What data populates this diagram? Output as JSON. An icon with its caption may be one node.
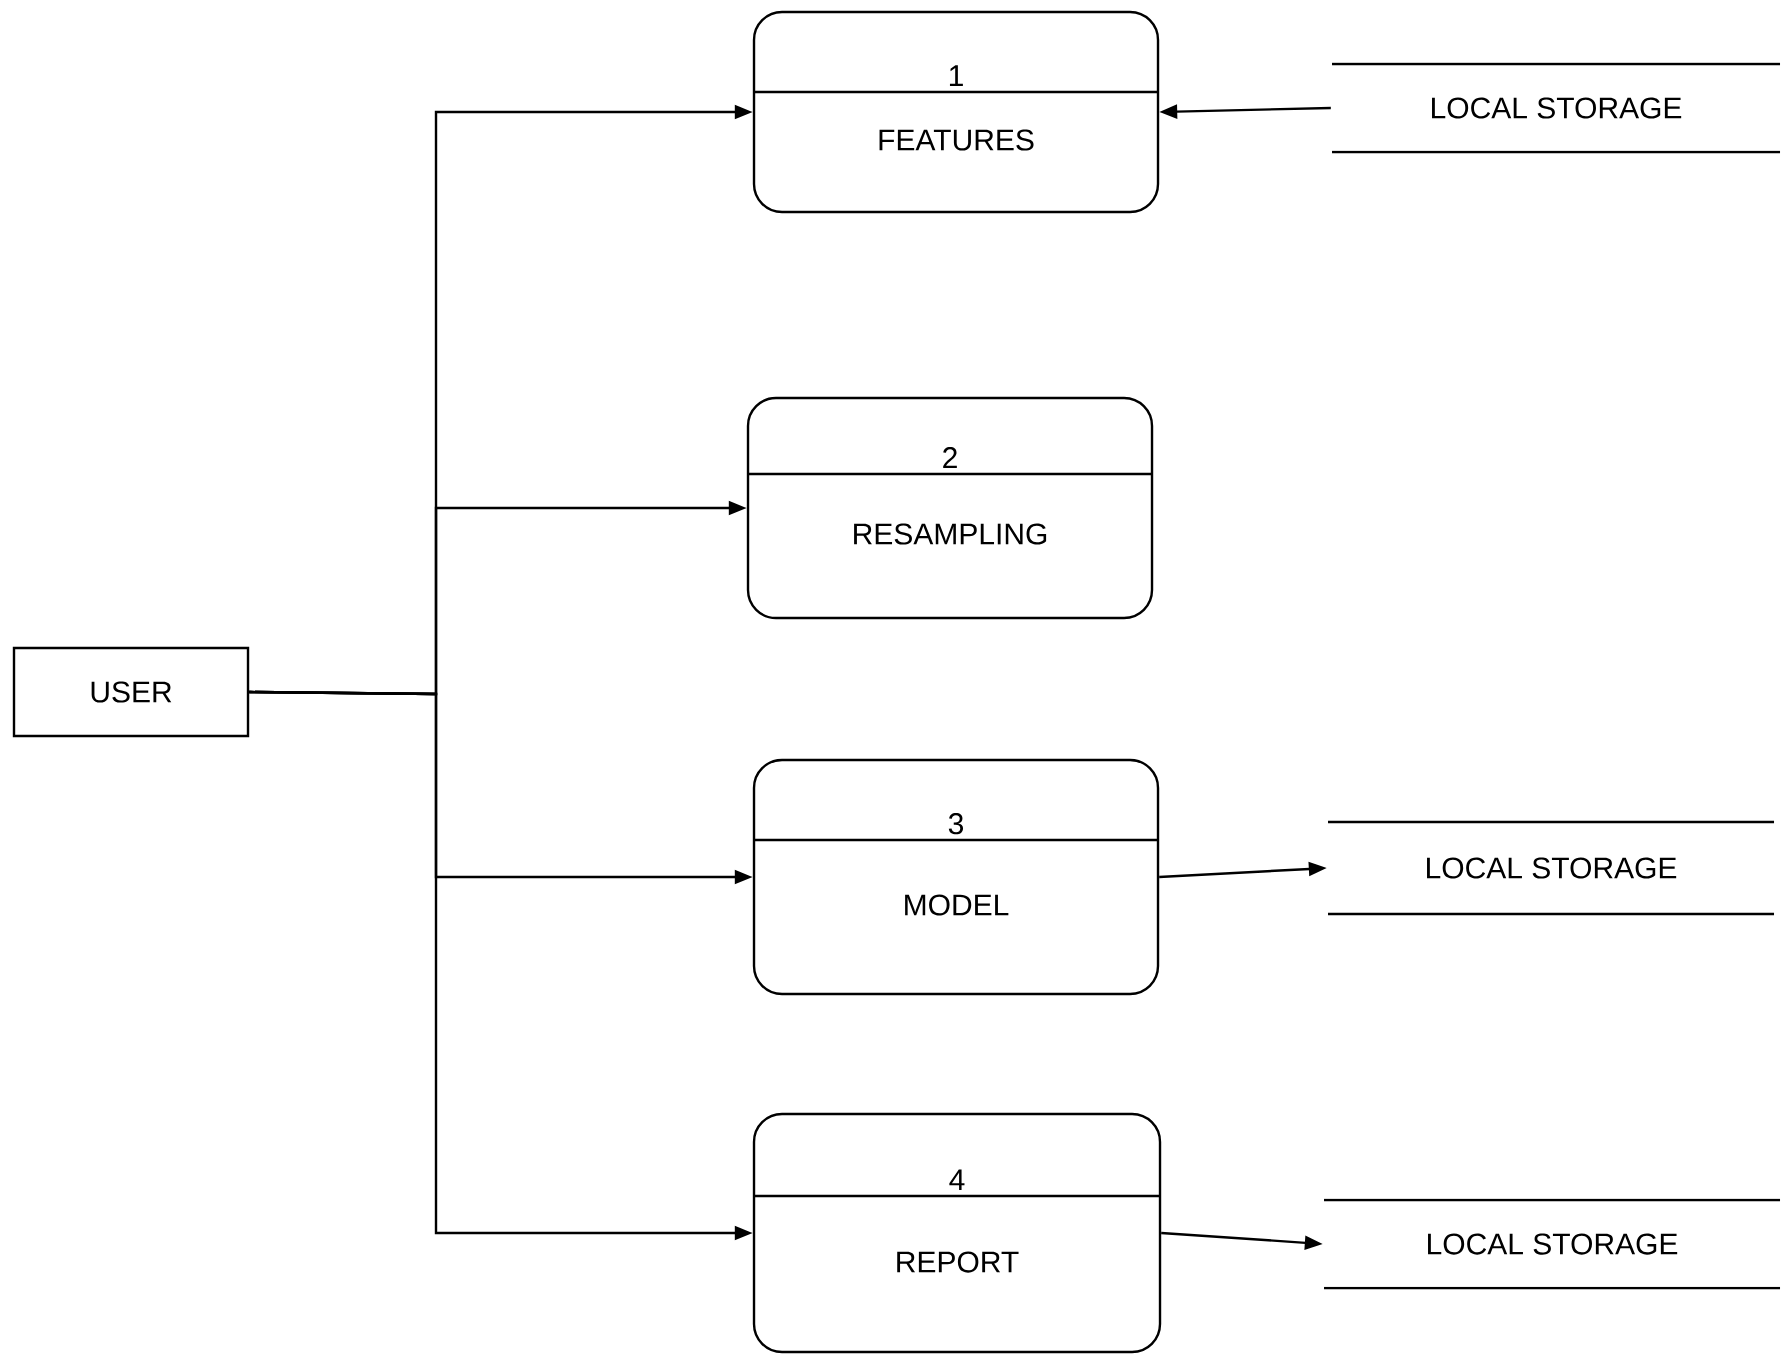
{
  "diagram": {
    "nodes": [
      {
        "text": [
          "USER"
        ]
      },
      {
        "text": [
          "1",
          "FEATURES"
        ]
      },
      {
        "text": [
          "2",
          "RESAMPLING"
        ]
      },
      {
        "text": [
          "3",
          "MODEL"
        ]
      },
      {
        "text": [
          "4",
          "REPORT"
        ]
      },
      {
        "text": [
          "LOCAL STORAGE"
        ]
      },
      {
        "text": [
          "LOCAL STORAGE"
        ]
      },
      {
        "text": [
          "LOCAL STORAGE"
        ]
      }
    ],
    "edges": [
      {
        "from": 0,
        "to": 1,
        "arrow": "to"
      },
      {
        "from": 0,
        "to": 2,
        "arrow": "to"
      },
      {
        "from": 0,
        "to": 3,
        "arrow": "to"
      },
      {
        "from": 0,
        "to": 4,
        "arrow": "to"
      },
      {
        "from": 5,
        "to": 1,
        "arrow": "to"
      },
      {
        "from": 3,
        "to": 6,
        "arrow": "to"
      },
      {
        "from": 4,
        "to": 7,
        "arrow": "to"
      }
    ]
  }
}
